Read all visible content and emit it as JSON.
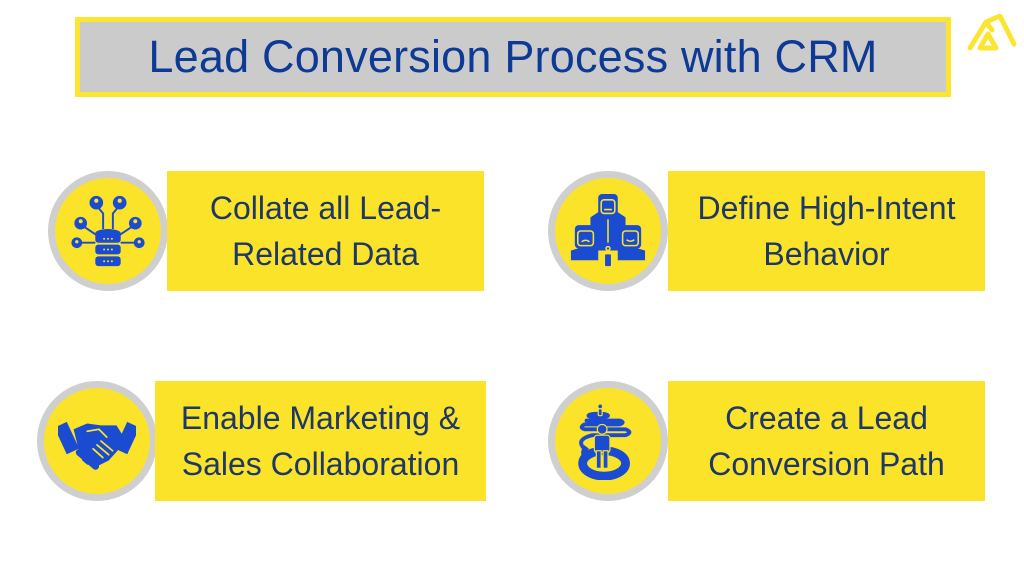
{
  "title": "Lead Conversion Process with CRM",
  "logo": {
    "icon": "brand-mountain-logo-icon",
    "color": "#fbe531"
  },
  "colors": {
    "title_bg": "#cbcbcb",
    "title_border": "#fbe531",
    "title_text": "#0d3a94",
    "card_bg": "#fbe32a",
    "card_text": "#1c3768",
    "icon_blue": "#1a4bd0",
    "ring_gray": "#cfcfcf"
  },
  "steps": [
    {
      "icon": "database-network-icon",
      "line1": "Collate all Lead-",
      "line2": "Related Data"
    },
    {
      "icon": "team-behavior-icon",
      "line1": "Define High-Intent",
      "line2": "Behavior"
    },
    {
      "icon": "handshake-icon",
      "line1": "Enable Marketing &",
      "line2": "Sales Collaboration"
    },
    {
      "icon": "conversion-path-icon",
      "line1": "Create a Lead",
      "line2": "Conversion Path"
    }
  ]
}
